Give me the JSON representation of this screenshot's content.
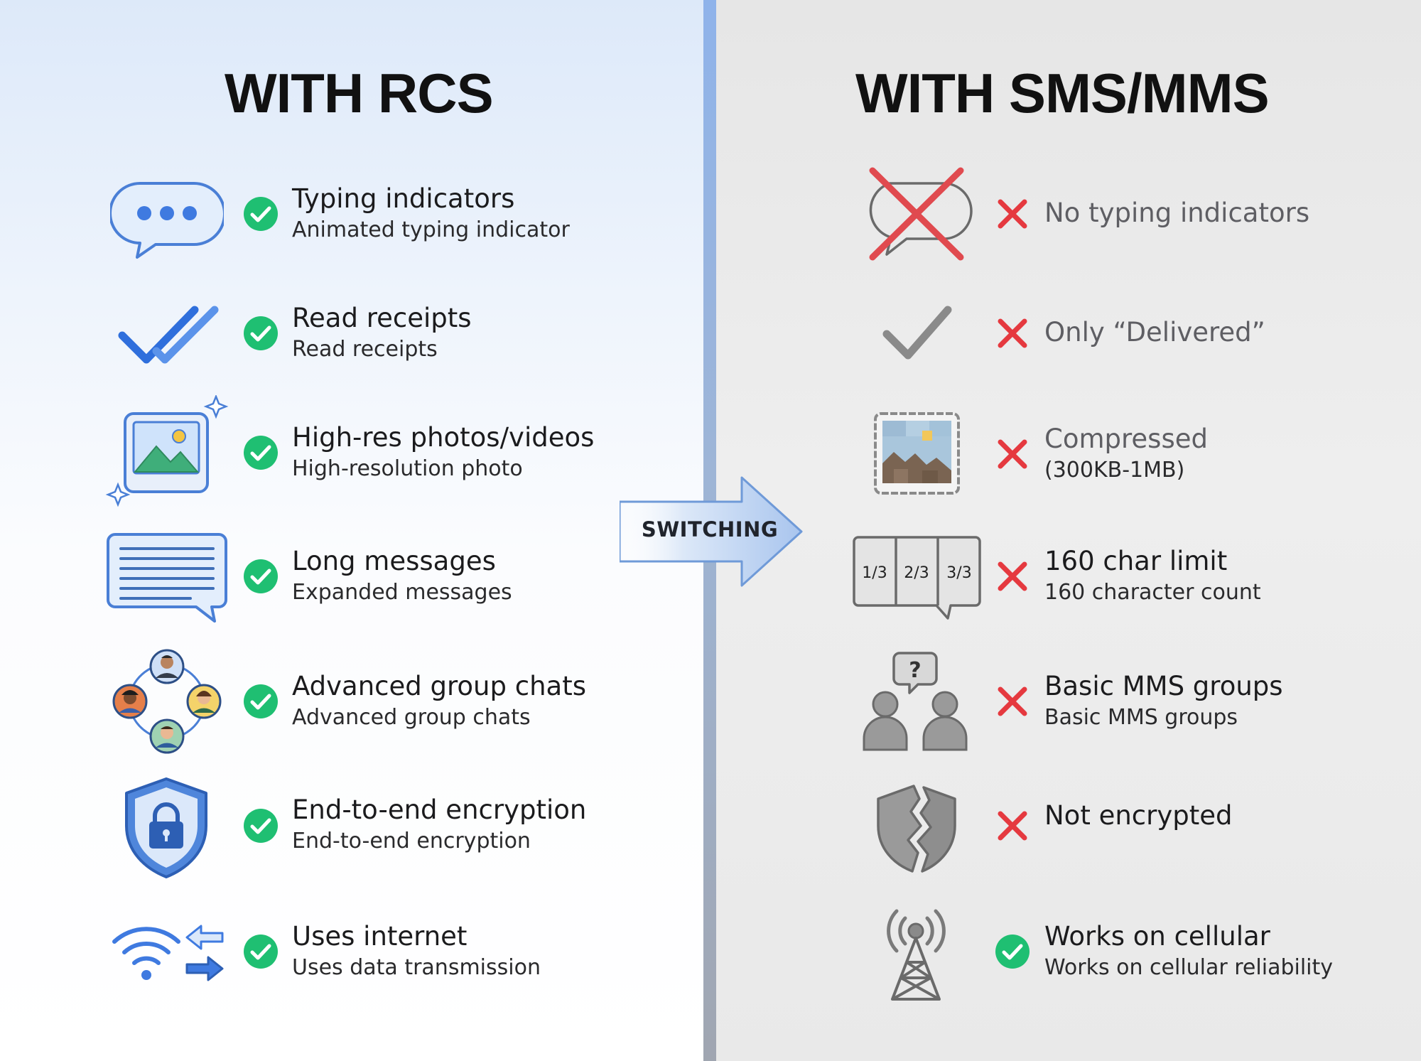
{
  "left": {
    "title": "WITH RCS",
    "rows": [
      {
        "main": "Typing indicators",
        "sub": "Animated typing indicator",
        "icon": "typing-bubble-icon",
        "status": "check"
      },
      {
        "main": "Read receipts",
        "sub": "Read receipts",
        "icon": "double-check-icon",
        "status": "check"
      },
      {
        "main": "High-res photos/videos",
        "sub": "High-resolution photo",
        "icon": "photo-icon",
        "status": "check"
      },
      {
        "main": "Long messages",
        "sub": "Expanded messages",
        "icon": "long-message-icon",
        "status": "check"
      },
      {
        "main": "Advanced group chats",
        "sub": "Advanced group chats",
        "icon": "group-chat-icon",
        "status": "check"
      },
      {
        "main": "End-to-end encryption",
        "sub": "End-to-end encryption",
        "icon": "shield-lock-icon",
        "status": "check"
      },
      {
        "main": "Uses internet",
        "sub": "Uses data transmission",
        "icon": "wifi-data-icon",
        "status": "check"
      }
    ]
  },
  "center": {
    "label": "SWITCHING"
  },
  "right": {
    "title": "WITH SMS/MMS",
    "rows": [
      {
        "main": "No typing indicators",
        "icon": "crossed-bubble-icon",
        "status": "cross"
      },
      {
        "main": "Only “Delivered”",
        "icon": "single-check-icon",
        "status": "cross"
      },
      {
        "main": "Compressed",
        "sub": "(300KB-1MB)",
        "icon": "pixelated-photo-icon",
        "status": "cross"
      },
      {
        "main": "160 char limit",
        "sub": "160 character count",
        "icon": "split-message-icon",
        "status": "cross",
        "segments": [
          "1/3",
          "2/3",
          "3/3"
        ]
      },
      {
        "main": "Basic MMS groups",
        "sub": "Basic MMS groups",
        "icon": "basic-group-icon",
        "status": "cross",
        "bubble_glyph": "?"
      },
      {
        "main": "Not encrypted",
        "icon": "broken-shield-icon",
        "status": "cross"
      },
      {
        "main": "Works on cellular",
        "sub": "Works on cellular reliability",
        "icon": "cell-tower-icon",
        "status": "check"
      }
    ]
  },
  "colors": {
    "check": "#1fbf72",
    "cross": "#e5393f",
    "accent_blue": "#3f7ae0",
    "gray_icon": "#8a8a8a"
  }
}
